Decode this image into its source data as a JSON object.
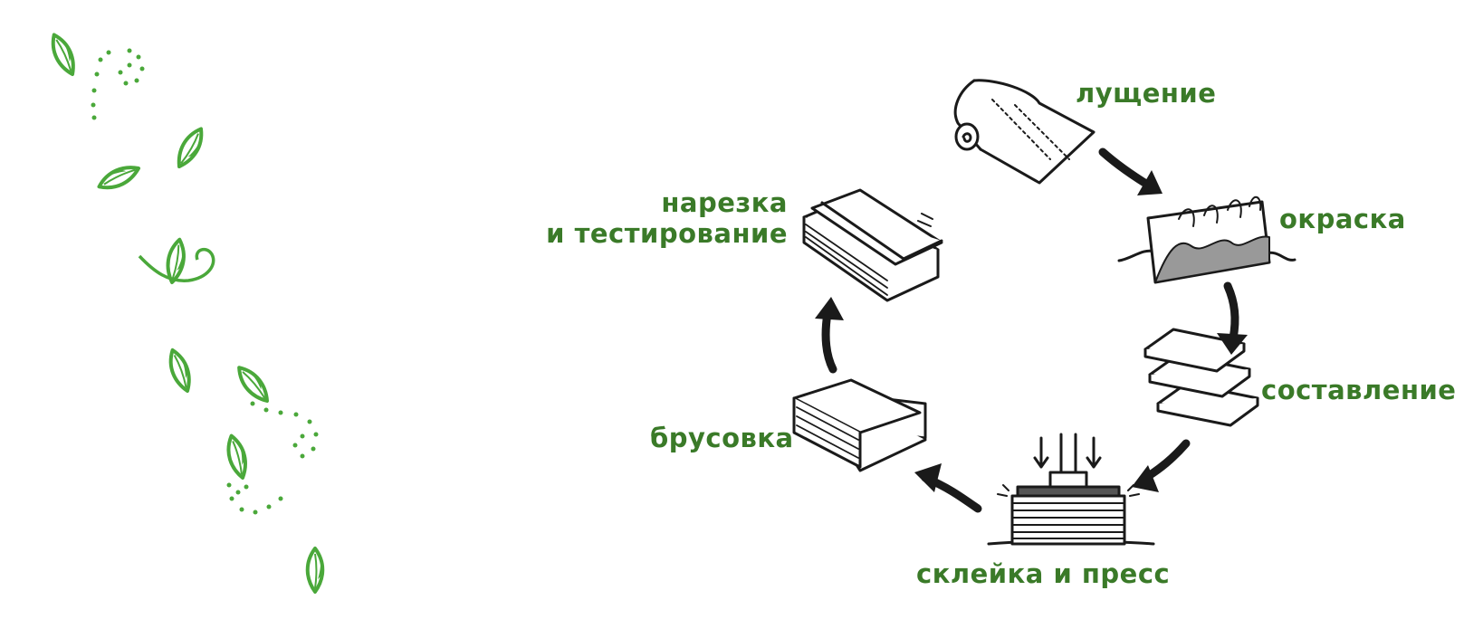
{
  "colors": {
    "label_green": "#3a7a28",
    "leaf_green": "#4aa83a",
    "ink": "#1a1a1a"
  },
  "steps": [
    {
      "id": "peel",
      "label": "лущение"
    },
    {
      "id": "dye",
      "label": "окраска"
    },
    {
      "id": "compose",
      "label": "составление"
    },
    {
      "id": "press",
      "label": "склейка и пресс"
    },
    {
      "id": "block",
      "label": "брусовка"
    },
    {
      "id": "cut",
      "label_line1": "нарезка",
      "label_line2": "и тестирование"
    }
  ],
  "icons": [
    "veneer-roll-icon",
    "dyeing-bath-icon",
    "stacked-sheets-icon",
    "press-icon",
    "block-icon",
    "sliced-stack-icon",
    "leaf-icon",
    "cycle-arrow-icon"
  ]
}
